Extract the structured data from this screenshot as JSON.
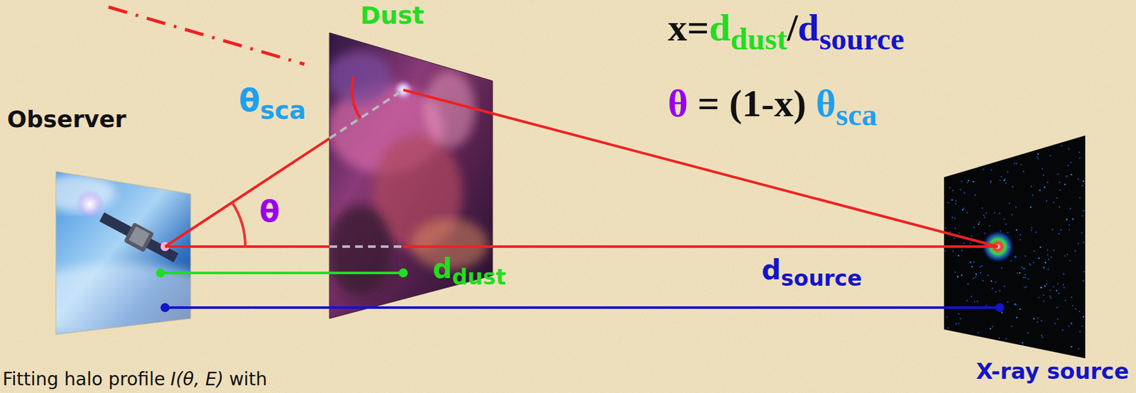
{
  "diagram": {
    "labels": [
      "Dust",
      "x=",
      "d",
      "dust",
      "/",
      "d",
      "source",
      "θ",
      "= (1-x)",
      "θ",
      "sca",
      "Observer",
      "θ",
      "sca",
      "θ",
      "d",
      "dust",
      "d",
      "source",
      "X-ray source",
      "Fitting halo profile",
      "I(θ, E)",
      "with"
    ]
  }
}
